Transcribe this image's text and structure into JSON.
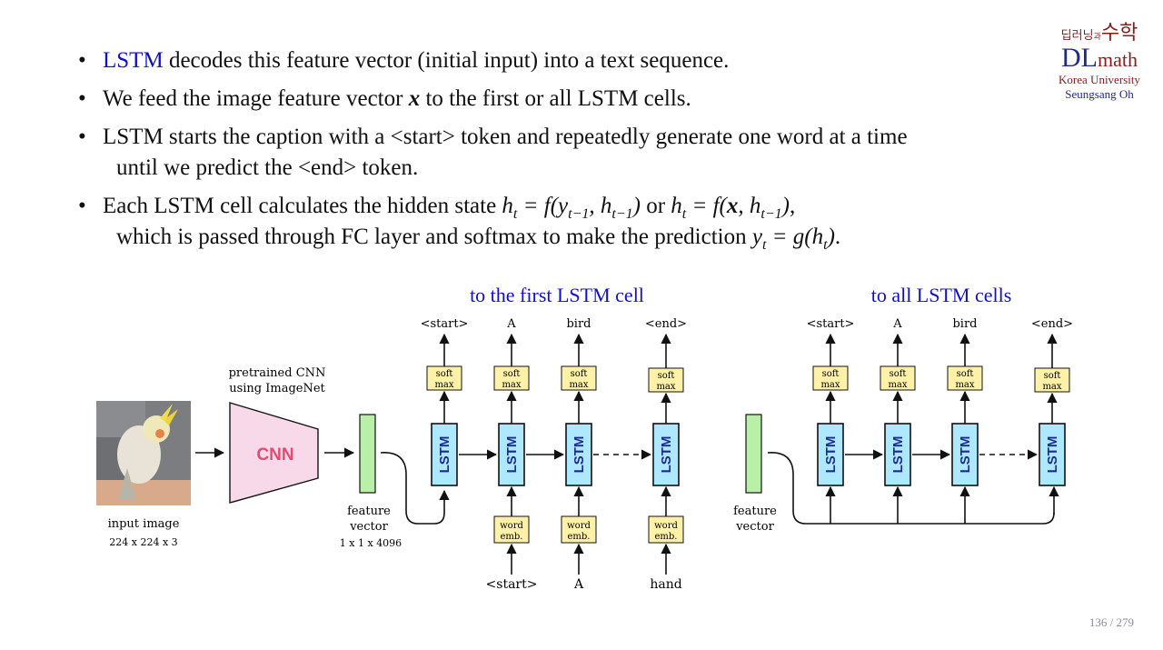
{
  "logo": {
    "korean_a": "딥러닝",
    "korean_and": "과",
    "korean_b": "수학",
    "dl": "DL",
    "math": "math",
    "university": "Korea University",
    "author": "Seungsang Oh"
  },
  "bullets": {
    "b1": {
      "lstm": "LSTM",
      "rest": " decodes this feature vector (initial input) into a text sequence."
    },
    "b2": {
      "pre": "We feed the image feature vector ",
      "x": "x",
      "post": " to the first or all LSTM cells."
    },
    "b3": {
      "line1": "LSTM starts the caption with a <start> token and repeatedly generate one word at a time",
      "line2": "until we predict the <end> token."
    },
    "b4": {
      "pre": "Each LSTM cell calculates the hidden state ",
      "or": " or ",
      "end1": ",",
      "line2": "which is passed through FC layer and softmax to make the prediction ",
      "end2": "."
    }
  },
  "diagram": {
    "heading_first": "to the first LSTM cell",
    "heading_all": "to all LSTM cells",
    "input_image_label": "input image",
    "input_image_size": "224 x 224 x 3",
    "cnn_caption_1": "pretrained CNN",
    "cnn_caption_2": "using ImageNet",
    "cnn_label": "CNN",
    "feature_label_1": "feature",
    "feature_label_2": "vector",
    "feature_size": "1 x 1 x 4096",
    "lstm_label": "LSTM",
    "softmax_1": "soft",
    "softmax_2": "max",
    "embed_1": "word",
    "embed_2": "emb.",
    "outputs": [
      "<start>",
      "A",
      "bird",
      "<end>"
    ],
    "inputs": [
      "<start>",
      "A",
      "hand"
    ]
  },
  "colors": {
    "lstm_fill": "#aee8ff",
    "softmax_fill": "#fff2a8",
    "cnn_fill": "#f8d9ea",
    "cnn_text": "#e84a6f",
    "feature_fill": "#b8f0a8",
    "heading": "#1010c8"
  },
  "page": "136 / 279"
}
